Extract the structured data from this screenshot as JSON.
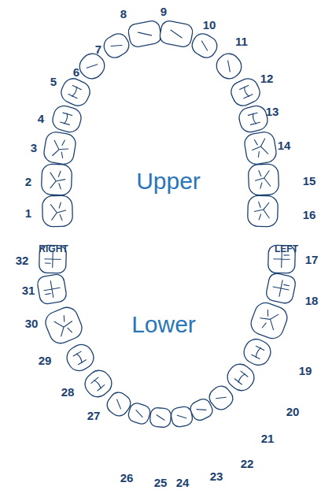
{
  "diagram": {
    "labels": [
      "1",
      "2",
      "3",
      "4",
      "5",
      "6",
      "7",
      "8",
      "9",
      "10",
      "11",
      "12",
      "13",
      "14",
      "15",
      "16",
      "Upper",
      "RIGHT",
      "LEFT",
      "17",
      "18",
      "19",
      "20",
      "21",
      "22",
      "23",
      "24",
      "25",
      "26",
      "27",
      "28",
      "29",
      "30",
      "31",
      "32",
      "Lower"
    ]
  }
}
